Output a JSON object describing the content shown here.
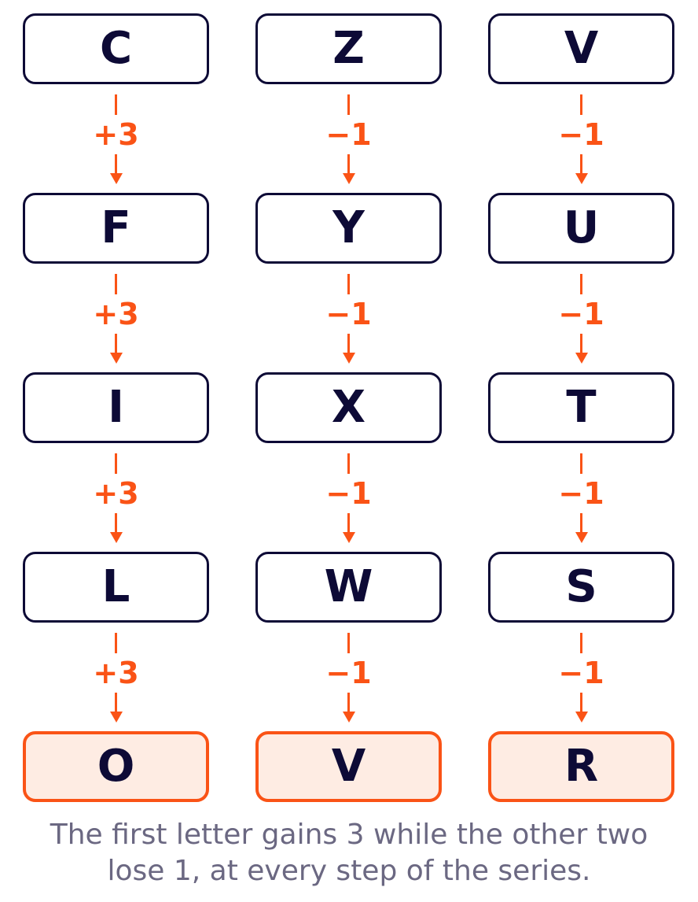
{
  "colors": {
    "box_border": "#0d0a36",
    "letter": "#0d0a36",
    "accent": "#fa5316",
    "answer_fill": "#feece3",
    "caption": "#6b6882"
  },
  "columns": [
    {
      "letters": [
        "C",
        "F",
        "I",
        "L",
        "O"
      ],
      "steps": [
        "+3",
        "+3",
        "+3",
        "+3"
      ]
    },
    {
      "letters": [
        "Z",
        "Y",
        "X",
        "W",
        "V"
      ],
      "steps": [
        "−1",
        "−1",
        "−1",
        "−1"
      ]
    },
    {
      "letters": [
        "V",
        "U",
        "T",
        "S",
        "R"
      ],
      "steps": [
        "−1",
        "−1",
        "−1",
        "−1"
      ]
    }
  ],
  "caption": {
    "line1": "The first letter gains 3 while the other two",
    "line2": "lose 1, at every step of the series."
  }
}
